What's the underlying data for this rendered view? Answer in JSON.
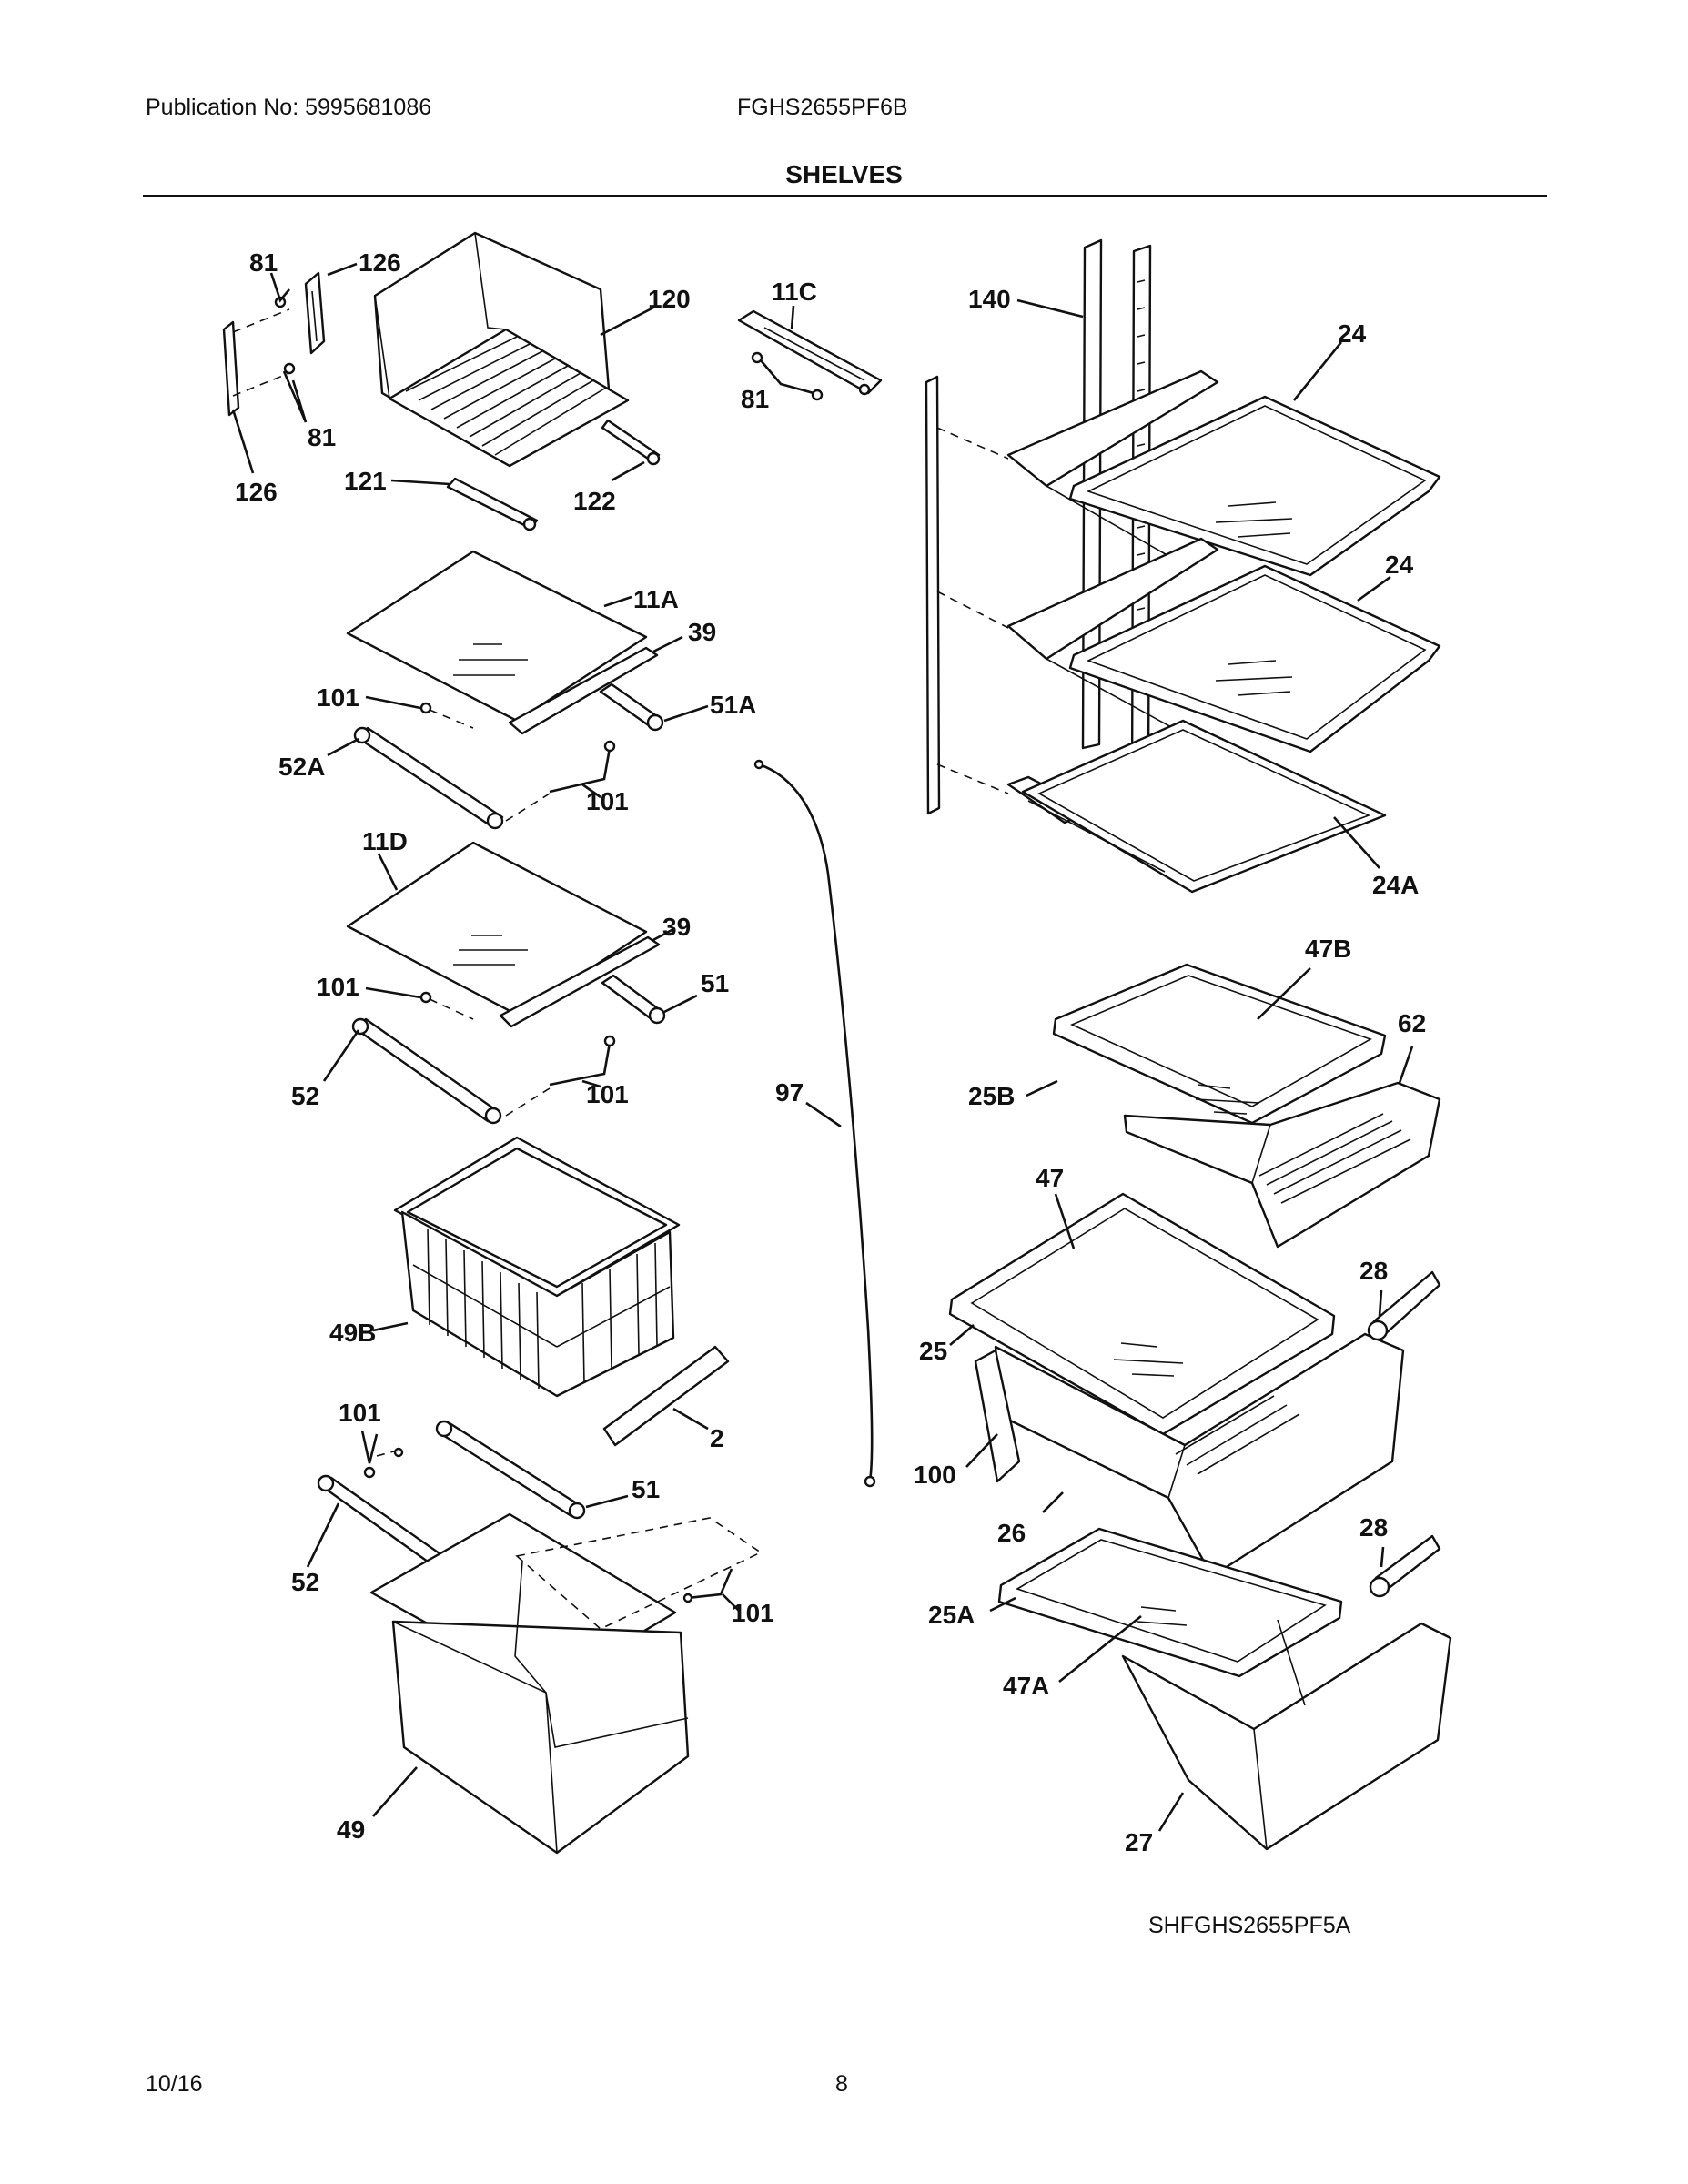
{
  "header": {
    "publication": "Publication No:  5995681086",
    "model": "FGHS2655PF6B",
    "section_title": "SHELVES"
  },
  "part_labels": {
    "p81_a": "81",
    "p126_a": "126",
    "p120": "120",
    "p11c": "11C",
    "p140": "140",
    "p24_a": "24",
    "p81_b": "81",
    "p81_c": "81",
    "p126_b": "126",
    "p121": "121",
    "p122": "122",
    "p11a": "11A",
    "p24_b": "24",
    "p39_a": "39",
    "p101_a": "101",
    "p51a": "51A",
    "p52a": "52A",
    "p101_b": "101",
    "p24a": "24A",
    "p11d": "11D",
    "p47b": "47B",
    "p39_b": "39",
    "p62": "62",
    "p101_c": "101",
    "p51_a": "51",
    "p25b": "25B",
    "p52_a": "52",
    "p101_d": "101",
    "p97": "97",
    "p47": "47",
    "p28_a": "28",
    "p49b": "49B",
    "p25": "25",
    "p101_e": "101",
    "p2": "2",
    "p100": "100",
    "p51_b": "51",
    "p26": "26",
    "p28_b": "28",
    "p52_b": "52",
    "p25a": "25A",
    "p101_f": "101",
    "p47a": "47A",
    "p27": "27",
    "p49": "49"
  },
  "footer": {
    "diagram_code": "SHFGHS2655PF5A",
    "date": "10/16",
    "page_number": "8"
  }
}
